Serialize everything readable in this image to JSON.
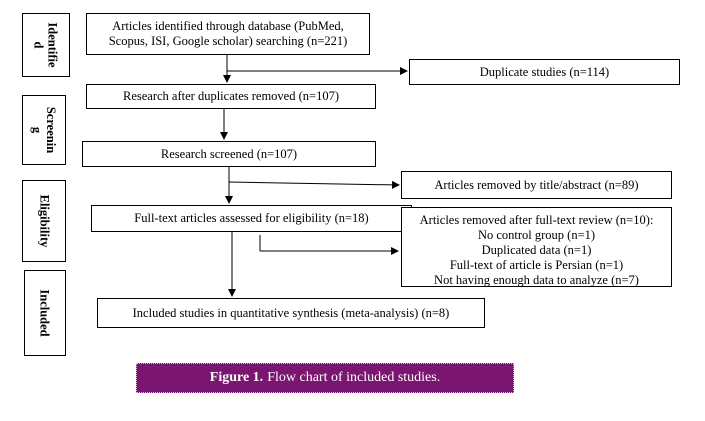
{
  "stages": {
    "identified": "Identifie\nd",
    "screening": "Screenin\ng",
    "eligibility": "Eligibility",
    "included": "Included"
  },
  "boxes": {
    "identified": "Articles  identified through database (PubMed, Scopus, ISI, Google  scholar) searching (n=221)",
    "duplicates": "Duplicate studies (n=114)",
    "after_duplicates": "Research after duplicates removed (n=107)",
    "screened": "Research screened (n=107)",
    "removed_title": "Articles  removed by title/abstract (n=89)",
    "fulltext": "Full-text articles assessed for eligibility  (n=18)",
    "removed_fulltext": {
      "title": "Articles  removed after full-text review (n=10):",
      "items": [
        "No control group (n=1)",
        "Duplicated data (n=1)",
        "Full-text of article is Persian (n=1)",
        "Not having enough data to analyze (n=7)"
      ]
    },
    "included": "Included studies in quantitative synthesis (meta-analysis) (n=8)"
  },
  "caption": {
    "label": "Figure 1.",
    "text": "Flow chart of included studies."
  },
  "colors": {
    "caption_bg": "#7a1570",
    "caption_text": "#ffffff",
    "border": "#000000"
  }
}
